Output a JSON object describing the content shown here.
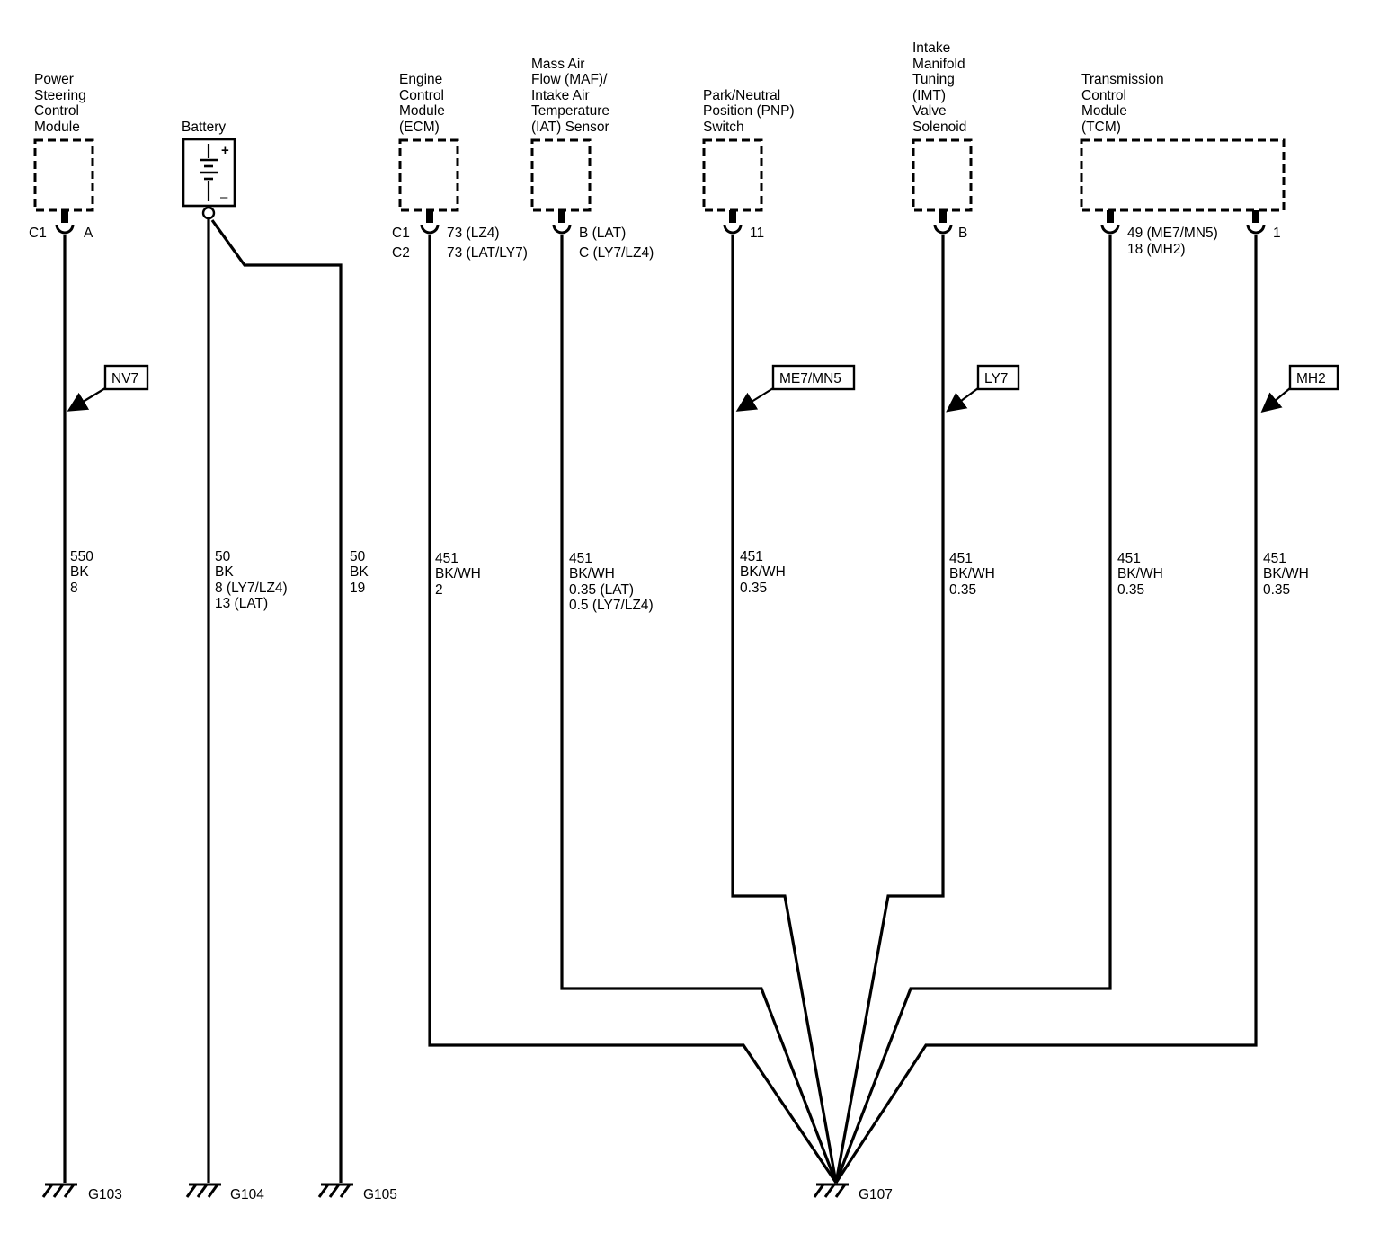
{
  "components": {
    "power_steering": [
      "Power",
      "Steering",
      "Control",
      "Module"
    ],
    "battery": [
      "Battery"
    ],
    "ecm": [
      "Engine",
      "Control",
      "Module",
      "(ECM)"
    ],
    "maf": [
      "Mass Air",
      "Flow (MAF)/",
      "Intake Air",
      "Temperature",
      "(IAT) Sensor"
    ],
    "pnp": [
      "Park/Neutral",
      "Position (PNP)",
      "Switch"
    ],
    "imt": [
      "Intake",
      "Manifold",
      "Tuning",
      "(IMT)",
      "Valve",
      "Solenoid"
    ],
    "tcm": [
      "Transmission",
      "Control",
      "Module",
      "(TCM)"
    ]
  },
  "battery_symbols": {
    "plus": "+",
    "minus": "–"
  },
  "pins": {
    "ps_connector": "C1",
    "ps_pin": "A",
    "ecm_connectors": [
      "C1",
      "C2"
    ],
    "ecm_pins": [
      "73 (LZ4)",
      "73 (LAT/LY7)"
    ],
    "maf_pins": [
      "B (LAT)",
      "C (LY7/LZ4)"
    ],
    "pnp_pin": "11",
    "imt_pin": "B",
    "tcm_pin1": [
      "49 (ME7/MN5)",
      "18 (MH2)"
    ],
    "tcm_pin2": "1"
  },
  "option_tags": {
    "nv7": "NV7",
    "me7": "ME7/MN5",
    "ly7": "LY7",
    "mh2": "MH2"
  },
  "wires": {
    "ps": [
      "550",
      "BK",
      "8"
    ],
    "batt1": [
      "50",
      "BK",
      "8 (LY7/LZ4)",
      "13 (LAT)"
    ],
    "batt2": [
      "50",
      "BK",
      "19"
    ],
    "ecm": [
      "451",
      "BK/WH",
      "2"
    ],
    "maf": [
      "451",
      "BK/WH",
      "0.35 (LAT)",
      "0.5 (LY7/LZ4)"
    ],
    "pnp": [
      "451",
      "BK/WH",
      "0.35"
    ],
    "imt": [
      "451",
      "BK/WH",
      "0.35"
    ],
    "tcm1": [
      "451",
      "BK/WH",
      "0.35"
    ],
    "tcm2": [
      "451",
      "BK/WH",
      "0.35"
    ]
  },
  "grounds": {
    "g103": "G103",
    "g104": "G104",
    "g105": "G105",
    "g107": "G107"
  }
}
